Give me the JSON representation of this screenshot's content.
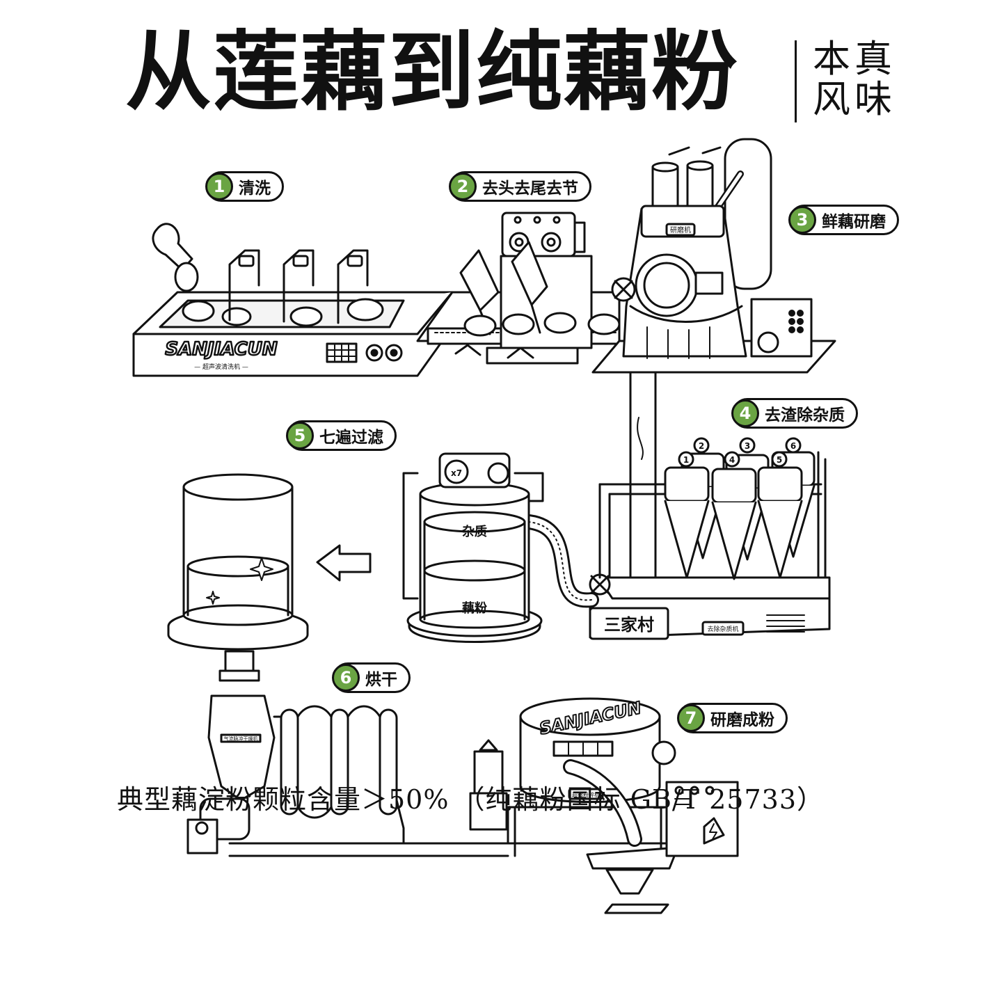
{
  "header": {
    "title": "从莲藕到纯藕粉",
    "subtitle": "本真风味"
  },
  "steps": [
    {
      "num": "1",
      "label": "清洗"
    },
    {
      "num": "2",
      "label": "去头去尾去节"
    },
    {
      "num": "3",
      "label": "鲜藕研磨"
    },
    {
      "num": "4",
      "label": "去渣除杂质"
    },
    {
      "num": "5",
      "label": "七遍过滤"
    },
    {
      "num": "6",
      "label": "烘干"
    },
    {
      "num": "7",
      "label": "研磨成粉"
    }
  ],
  "machines": {
    "washer_brand": "SANJIACUN",
    "washer_name": "— 超声波清洗机 —",
    "grinder_plate": "研磨机",
    "cyclone_labels": [
      "1",
      "2",
      "3",
      "4",
      "5",
      "6"
    ],
    "separator_brand": "三家村",
    "separator_name": "去除杂质机",
    "filter_badge": "x7",
    "filter_top_layer": "杂质",
    "filter_bottom_layer": "藕粉",
    "dryer_name": "气流脉冲干燥机",
    "mill_brand": "SANJIACUN",
    "mill_name": "超微粉碎机"
  },
  "footer": {
    "note": "典型藕淀粉颗粒含量＞50% （纯藕粉国标 GB/T 25733）"
  },
  "colors": {
    "accent_green": "#6aa443",
    "ink": "#111111",
    "background": "#ffffff"
  }
}
